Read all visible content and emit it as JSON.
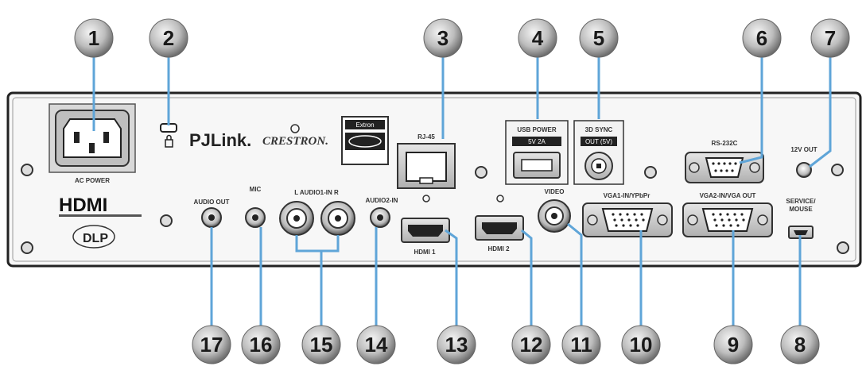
{
  "panel": {
    "ac_power": "AC POWER",
    "pjlink": "PJLink.",
    "crestron": "CRESTRON.",
    "extron": "Extron",
    "rj45": "RJ-45",
    "usb_power": "USB POWER",
    "usb_power_rating": "5V 2A",
    "sync_3d": "3D SYNC",
    "sync_3d_sub": "OUT (5V)",
    "rs232c": "RS-232C",
    "out_12v": "12V OUT",
    "audio_out": "AUDIO OUT",
    "mic": "MIC",
    "audio1_in": "L  AUDIO1-IN  R",
    "audio2_in": "AUDIO2-IN",
    "hdmi1": "HDMI 1",
    "hdmi2": "HDMI 2",
    "video": "VIDEO",
    "vga1": "VGA1-IN/YPbPr",
    "vga2": "VGA2-IN/VGA OUT",
    "service": "SERVICE/",
    "service2": "MOUSE",
    "hdmi_logo": "HDMI",
    "dlp_logo": "DLP"
  },
  "callouts": [
    "1",
    "2",
    "3",
    "4",
    "5",
    "6",
    "7",
    "8",
    "9",
    "10",
    "11",
    "12",
    "13",
    "14",
    "15",
    "16",
    "17"
  ]
}
